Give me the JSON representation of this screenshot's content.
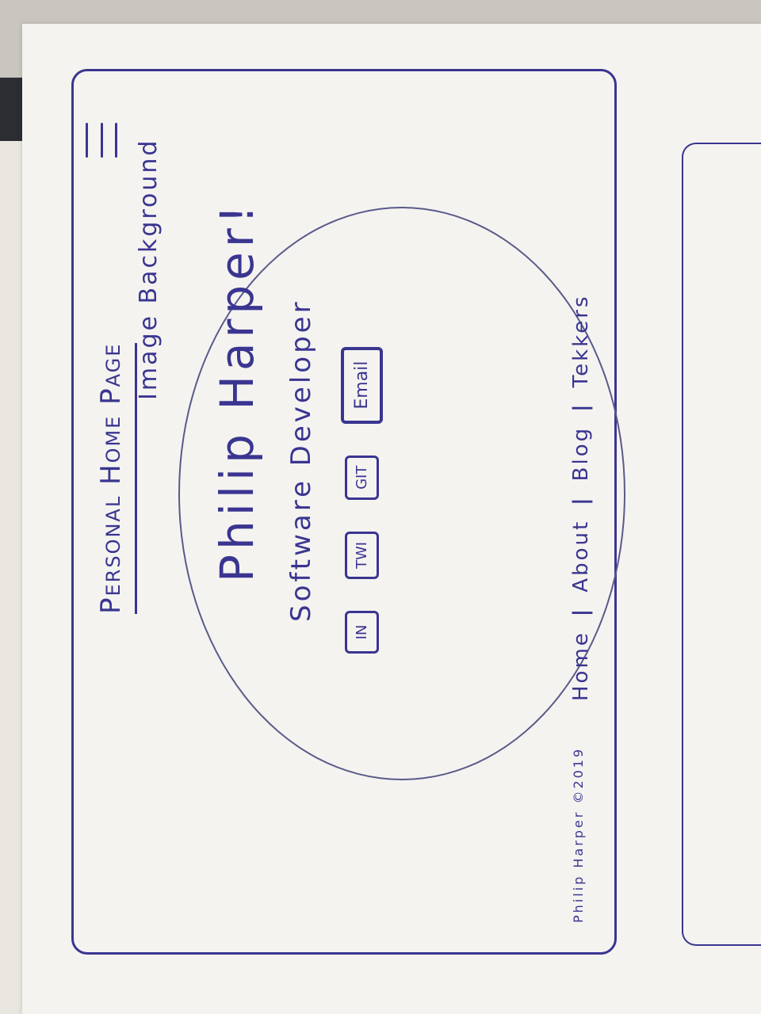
{
  "header": {
    "page_title": "Personal Home Page"
  },
  "hero": {
    "background_note": "Image Background",
    "name": "Philip Harper!",
    "role": "Software Developer"
  },
  "social": {
    "items": [
      "IN",
      "TWI",
      "GIT",
      "Email"
    ]
  },
  "footer": {
    "copyright": "Philip Harper ©2019",
    "nav": [
      "Home",
      "About",
      "Blog",
      "Tekkers"
    ],
    "separator": "|"
  },
  "colors": {
    "ink": "#3a3590",
    "paper": "#f4f3f0"
  }
}
